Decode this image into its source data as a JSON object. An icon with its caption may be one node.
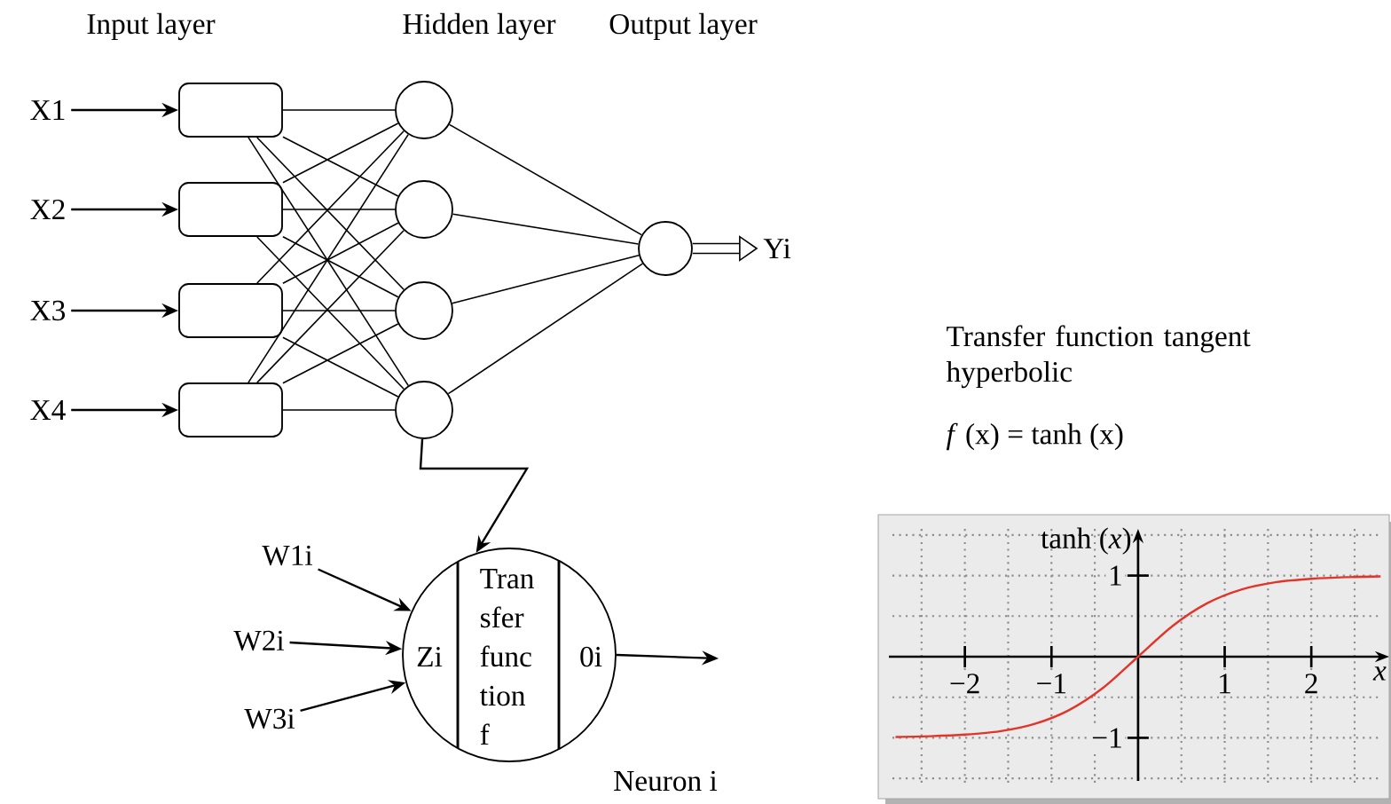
{
  "diagram": {
    "nodes": [
      {
        "text": [],
        "shape": "box"
      },
      {
        "text": [],
        "shape": "box"
      },
      {
        "text": [],
        "shape": "box"
      },
      {
        "text": [],
        "shape": "box"
      },
      {
        "text": [],
        "shape": "circle"
      },
      {
        "text": [],
        "shape": "circle"
      },
      {
        "text": [],
        "shape": "circle"
      },
      {
        "text": [],
        "shape": "circle"
      },
      {
        "text": [],
        "shape": "circle"
      },
      {
        "text": [
          "X1"
        ]
      },
      {
        "text": [
          "X2"
        ]
      },
      {
        "text": [
          "X3"
        ]
      },
      {
        "text": [
          "X4"
        ]
      },
      {
        "text": [
          "Yi"
        ]
      },
      {
        "text": [
          "Zi",
          "Tran sfer func tion f",
          "0i"
        ],
        "beside": [
          "Neuron i"
        ]
      },
      {
        "text": [
          "W1i"
        ]
      },
      {
        "text": [
          "W2i"
        ]
      },
      {
        "text": [
          "W3i"
        ]
      }
    ],
    "edges": [
      {
        "from": 9,
        "to": 0,
        "arrow": "to"
      },
      {
        "from": 10,
        "to": 1,
        "arrow": "to"
      },
      {
        "from": 11,
        "to": 2,
        "arrow": "to"
      },
      {
        "from": 12,
        "to": 3,
        "arrow": "to"
      },
      {
        "from": 0,
        "to": 4,
        "arrow": "none"
      },
      {
        "from": 0,
        "to": 5,
        "arrow": "none"
      },
      {
        "from": 0,
        "to": 6,
        "arrow": "none"
      },
      {
        "from": 0,
        "to": 7,
        "arrow": "none"
      },
      {
        "from": 1,
        "to": 4,
        "arrow": "none"
      },
      {
        "from": 1,
        "to": 5,
        "arrow": "none"
      },
      {
        "from": 1,
        "to": 6,
        "arrow": "none"
      },
      {
        "from": 1,
        "to": 7,
        "arrow": "none"
      },
      {
        "from": 2,
        "to": 4,
        "arrow": "none"
      },
      {
        "from": 2,
        "to": 5,
        "arrow": "none"
      },
      {
        "from": 2,
        "to": 6,
        "arrow": "none"
      },
      {
        "from": 2,
        "to": 7,
        "arrow": "none"
      },
      {
        "from": 3,
        "to": 4,
        "arrow": "none"
      },
      {
        "from": 3,
        "to": 5,
        "arrow": "none"
      },
      {
        "from": 3,
        "to": 6,
        "arrow": "none"
      },
      {
        "from": 3,
        "to": 7,
        "arrow": "none"
      },
      {
        "from": 4,
        "to": 8,
        "arrow": "none"
      },
      {
        "from": 5,
        "to": 8,
        "arrow": "none"
      },
      {
        "from": 6,
        "to": 8,
        "arrow": "none"
      },
      {
        "from": 7,
        "to": 8,
        "arrow": "none"
      },
      {
        "from": 8,
        "to": 13,
        "arrow": "to",
        "style": "thick"
      },
      {
        "from": 7,
        "to": 14,
        "arrow": "to"
      },
      {
        "from": 15,
        "to": 14,
        "arrow": "to"
      },
      {
        "from": 16,
        "to": 14,
        "arrow": "to"
      },
      {
        "from": 17,
        "to": 14,
        "arrow": "to"
      },
      {
        "from": 14,
        "to": null,
        "arrow": "to"
      }
    ],
    "labels": [
      "Input layer",
      "Hidden layer",
      "Output layer",
      "Transfer function tangent hyperbolic",
      "*f* (x) = tanh (x)"
    ],
    "chart_data": {
      "type": "line",
      "xlabel": "*x*",
      "ylabel": "tanh (*x*)",
      "x": [
        -2.8,
        -2.4,
        -2.0,
        -1.6,
        -1.2,
        -0.8,
        -0.4,
        0,
        0.4,
        0.8,
        1.2,
        1.6,
        2.0,
        2.4,
        2.8
      ],
      "series": [
        {
          "color": "#e3342a",
          "values": [
            -0.99,
            -0.98,
            -0.96,
            -0.92,
            -0.83,
            -0.66,
            -0.38,
            0,
            0.38,
            0.66,
            0.83,
            0.92,
            0.96,
            0.98,
            0.99
          ]
        }
      ],
      "grid": true,
      "xlim": [
        -3,
        2.9
      ],
      "ylim": [
        -1.75,
        1.75
      ],
      "xticks": [
        -2,
        -1,
        1,
        2
      ],
      "yticks": [
        -1,
        1
      ]
    }
  }
}
